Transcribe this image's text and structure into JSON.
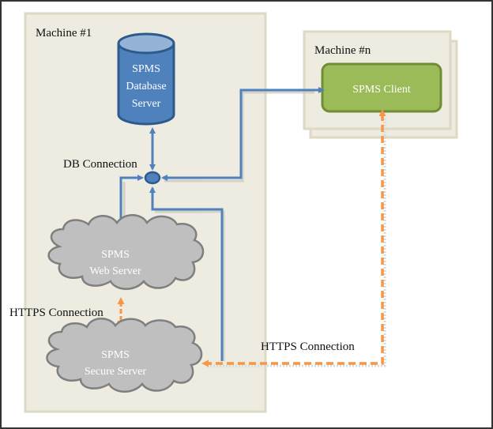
{
  "diagram": {
    "machine1": {
      "label": "Machine #1"
    },
    "machineN": {
      "label": "Machine #n"
    },
    "nodes": {
      "database": {
        "lines": [
          "SPMS",
          "Database",
          "Server"
        ]
      },
      "client": {
        "label": "SPMS Client"
      },
      "web_server": {
        "lines": [
          "SPMS",
          "Web Server"
        ]
      },
      "secure_server": {
        "lines": [
          "SPMS",
          "Secure Server"
        ]
      }
    },
    "labels": {
      "db_connection": "DB Connection",
      "https_internal": "HTTPS Connection",
      "https_external": "HTTPS Connection"
    },
    "colors": {
      "machine_fill": "#EEEBE1",
      "machine_border": "#DDD9C4",
      "db_fill": "#4F81BD",
      "db_top": "#95B3D7",
      "db_border": "#2C5A8C",
      "client_fill": "#9BBB59",
      "client_border": "#6F8D34",
      "cloud_fill": "#BFBFBF",
      "cloud_border": "#7F7F7F",
      "blue_line": "#4F81BD",
      "orange_line": "#F79646"
    }
  }
}
